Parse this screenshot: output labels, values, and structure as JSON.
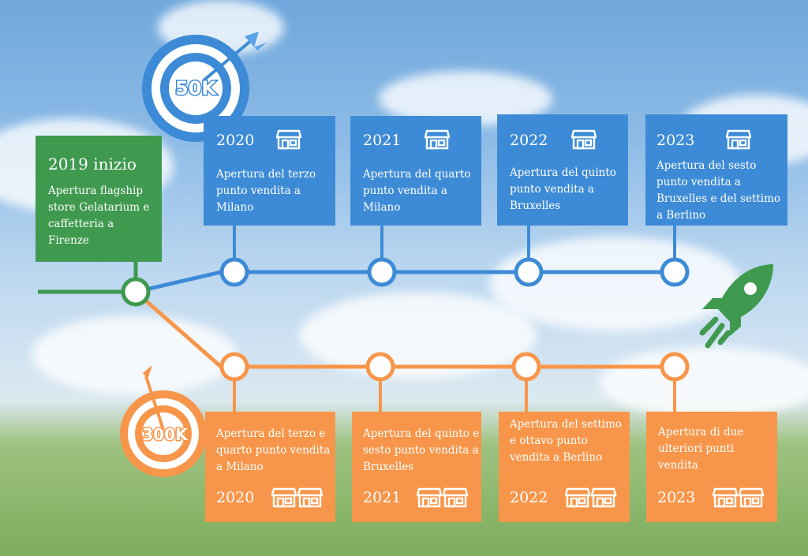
{
  "colors": {
    "blue": "#3d8bd6",
    "orange": "#f7964a",
    "green": "#3f9a4f"
  },
  "start": {
    "year": "2019 inizio",
    "text": "Apertura flagship store Gelatarium e caffetteria a Firenze"
  },
  "blue_goal": {
    "label": "50K",
    "icon": "target-icon"
  },
  "orange_goal": {
    "label": "300K",
    "icon": "target-icon"
  },
  "blue_items": [
    {
      "year": "2020",
      "text": "Apertura del terzo punto vendita a Milano",
      "stores": 1
    },
    {
      "year": "2021",
      "text": "Apertura del quarto punto vendita a Milano",
      "stores": 1
    },
    {
      "year": "2022",
      "text": "Apertura del quinto punto vendita a Bruxelles",
      "stores": 1
    },
    {
      "year": "2023",
      "text": "Apertura del sesto punto vendita a Bruxelles e del settimo a Berlino",
      "stores": 1
    }
  ],
  "orange_items": [
    {
      "year": "2020",
      "text": "Apertura del terzo e quarto punto vendita a Milano",
      "stores": 2
    },
    {
      "year": "2021",
      "text": "Apertura del quinto e sesto punto vendita a Bruxelles",
      "stores": 2
    },
    {
      "year": "2022",
      "text": "Apertura del settimo e ottavo punto vendita a Berlino",
      "stores": 2
    },
    {
      "year": "2023",
      "text": "Apertura di due ulteriori punti vendita",
      "stores": 2
    }
  ],
  "rocket_icon": "rocket-icon"
}
